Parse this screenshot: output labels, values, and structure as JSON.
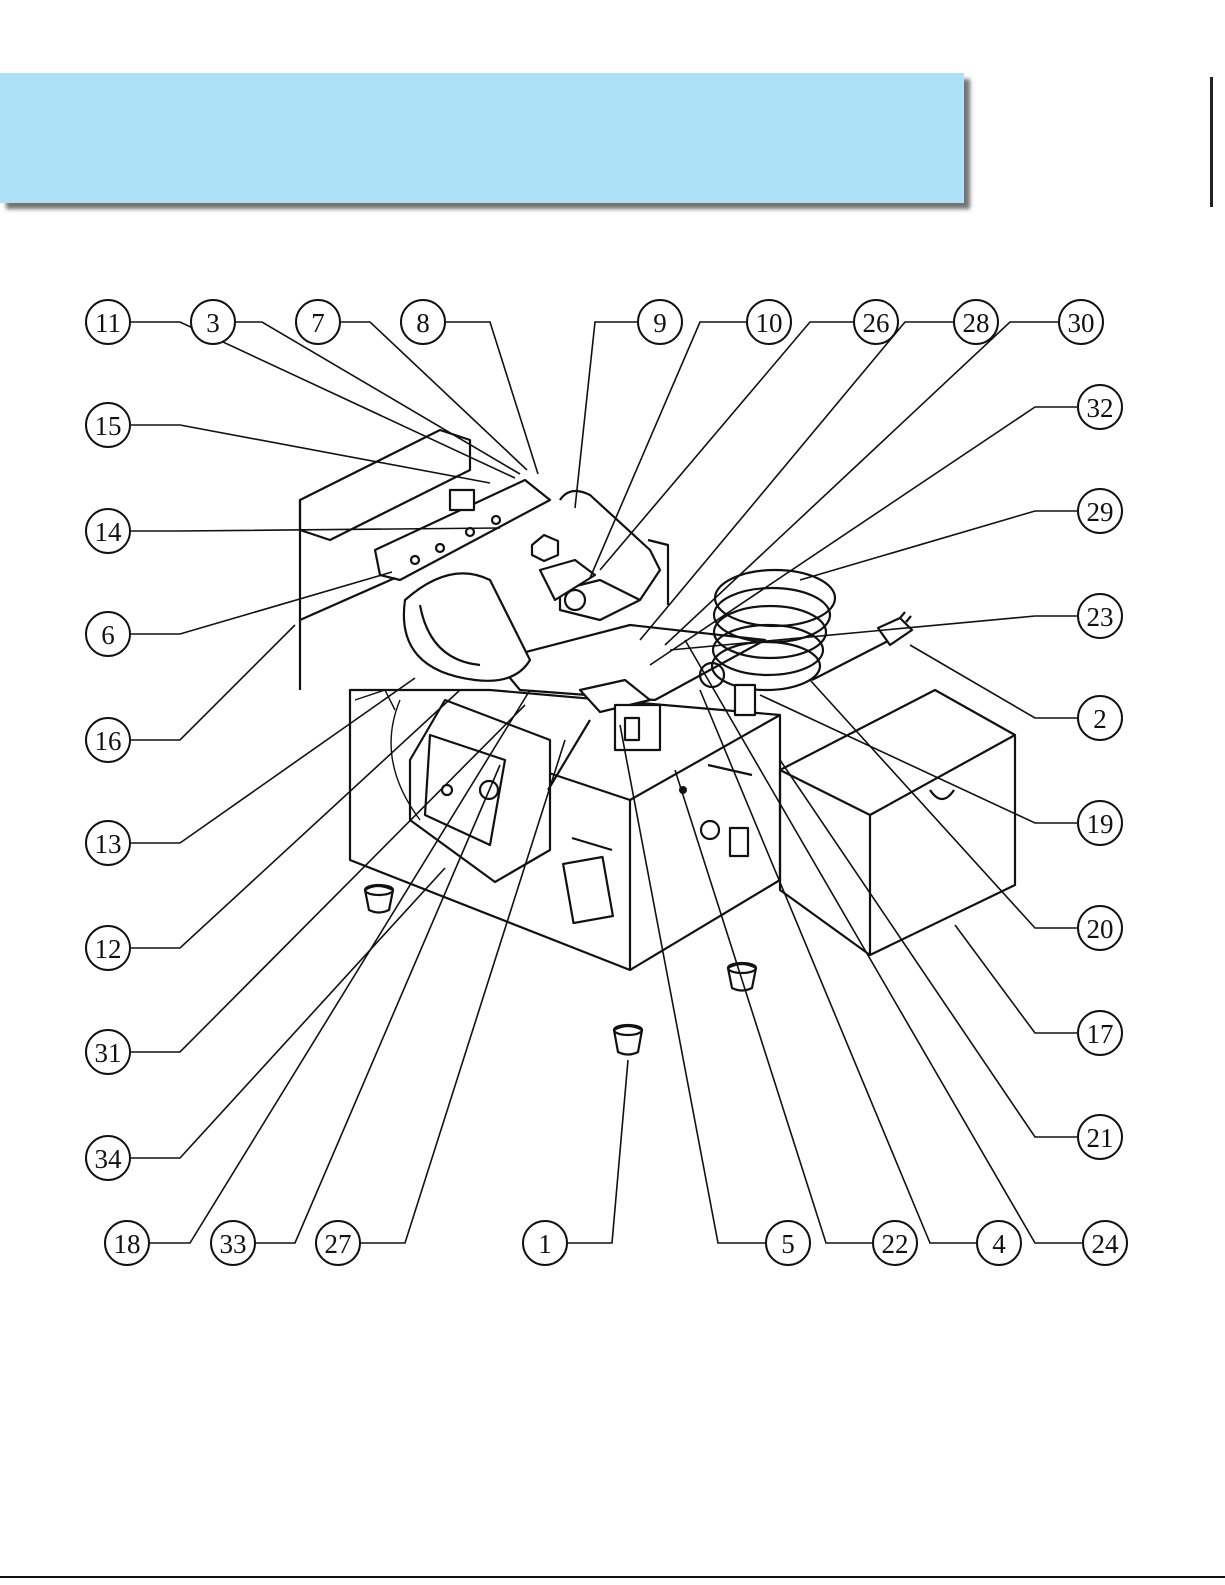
{
  "callouts": [
    {
      "id": "c11",
      "label": "11"
    },
    {
      "id": "c3",
      "label": "3"
    },
    {
      "id": "c7",
      "label": "7"
    },
    {
      "id": "c8",
      "label": "8"
    },
    {
      "id": "c9",
      "label": "9"
    },
    {
      "id": "c10",
      "label": "10"
    },
    {
      "id": "c26",
      "label": "26"
    },
    {
      "id": "c28",
      "label": "28"
    },
    {
      "id": "c30",
      "label": "30"
    },
    {
      "id": "c15",
      "label": "15"
    },
    {
      "id": "c32",
      "label": "32"
    },
    {
      "id": "c14",
      "label": "14"
    },
    {
      "id": "c29",
      "label": "29"
    },
    {
      "id": "c6",
      "label": "6"
    },
    {
      "id": "c23",
      "label": "23"
    },
    {
      "id": "c2",
      "label": "2"
    },
    {
      "id": "c16",
      "label": "16"
    },
    {
      "id": "c19",
      "label": "19"
    },
    {
      "id": "c13",
      "label": "13"
    },
    {
      "id": "c20",
      "label": "20"
    },
    {
      "id": "c12",
      "label": "12"
    },
    {
      "id": "c17",
      "label": "17"
    },
    {
      "id": "c31",
      "label": "31"
    },
    {
      "id": "c21",
      "label": "21"
    },
    {
      "id": "c34",
      "label": "34"
    },
    {
      "id": "c18",
      "label": "18"
    },
    {
      "id": "c33",
      "label": "33"
    },
    {
      "id": "c27",
      "label": "27"
    },
    {
      "id": "c1",
      "label": "1"
    },
    {
      "id": "c5",
      "label": "5"
    },
    {
      "id": "c22",
      "label": "22"
    },
    {
      "id": "c4",
      "label": "4"
    },
    {
      "id": "c24",
      "label": "24"
    }
  ],
  "colors": {
    "banner": "#aee0f8",
    "ink": "#111111"
  }
}
